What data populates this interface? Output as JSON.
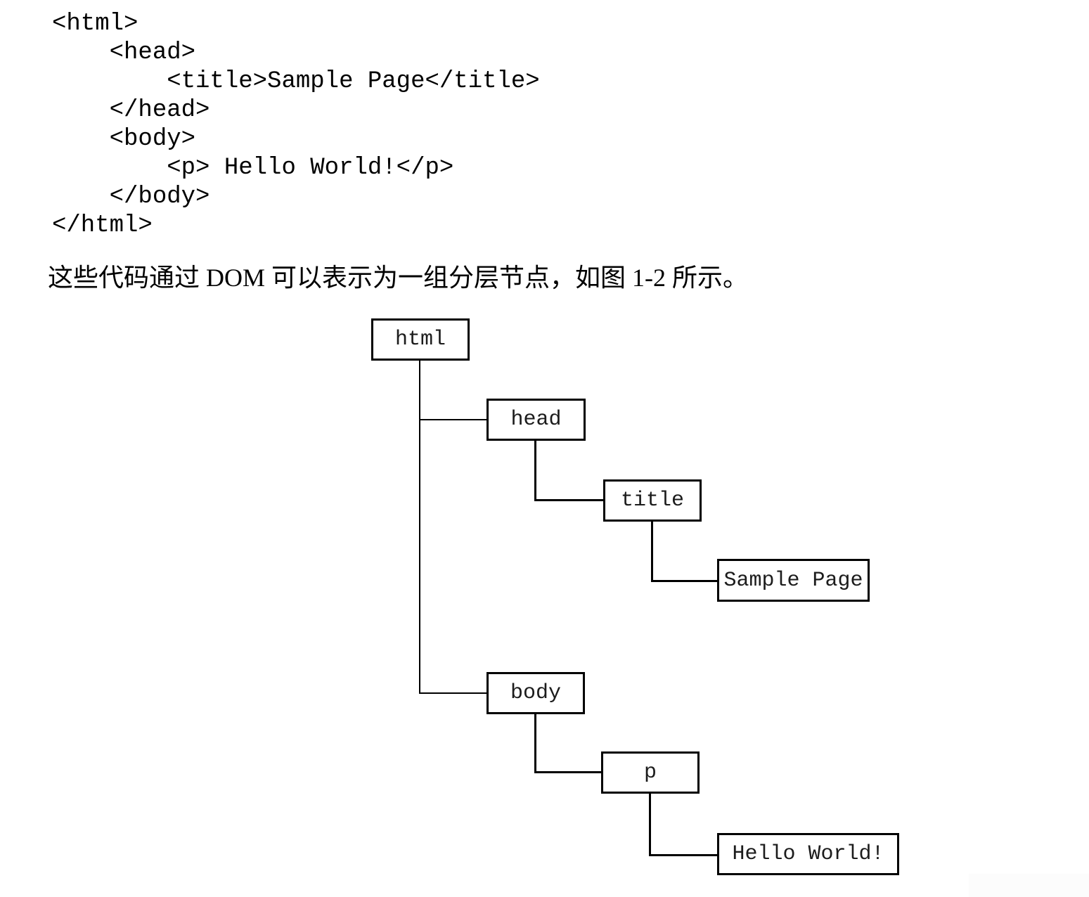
{
  "code_block": {
    "lines": [
      "<html>",
      "    <head>",
      "        <title>Sample Page</title>",
      "    </head>",
      "    <body>",
      "        <p> Hello World!</p>",
      "    </body>",
      "</html>"
    ]
  },
  "caption": "这些代码通过 DOM 可以表示为一组分层节点，如图 1-2 所示。",
  "figure": {
    "description": "DOM hierarchy tree of the sample page",
    "nodes": [
      {
        "id": "html",
        "label": "html"
      },
      {
        "id": "head",
        "label": "head"
      },
      {
        "id": "title",
        "label": "title"
      },
      {
        "id": "sample_page",
        "label": "Sample Page"
      },
      {
        "id": "body",
        "label": "body"
      },
      {
        "id": "p",
        "label": "p"
      },
      {
        "id": "hello_world",
        "label": "Hello World!"
      }
    ],
    "edges": [
      {
        "from": "html",
        "to": "head"
      },
      {
        "from": "html",
        "to": "body"
      },
      {
        "from": "head",
        "to": "title"
      },
      {
        "from": "title",
        "to": "sample_page"
      },
      {
        "from": "body",
        "to": "p"
      },
      {
        "from": "p",
        "to": "hello_world"
      }
    ]
  },
  "colors": {
    "page_bg": "#ffffff",
    "ink": "#000000",
    "node_text": "#1c1c1c",
    "artifact_bg": "#fcfcfc"
  }
}
